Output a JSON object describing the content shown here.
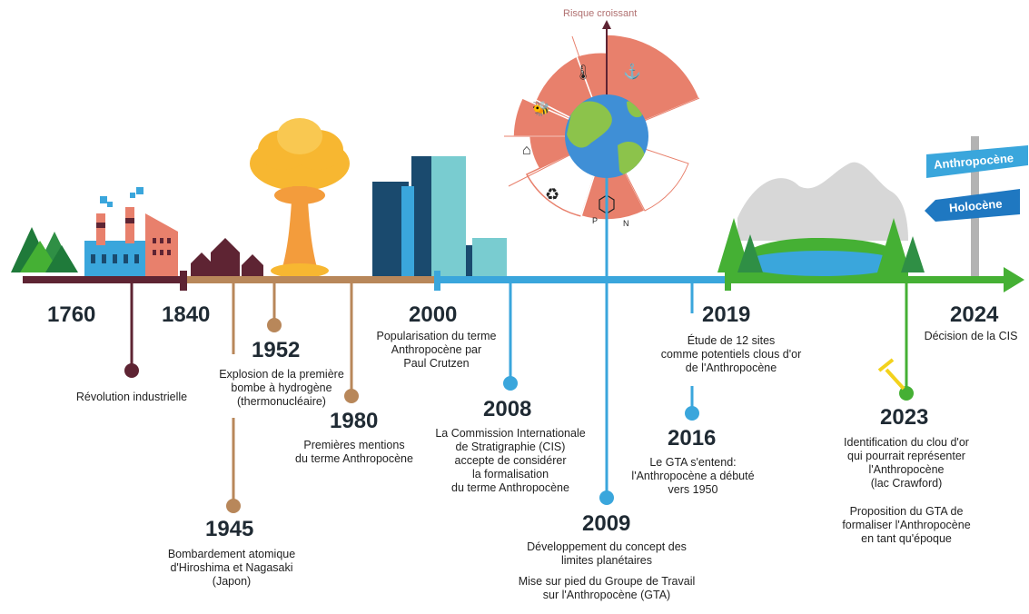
{
  "risk_label": "Risque croissant",
  "signs": {
    "top": "Anthropocène",
    "bottom": "Holocène"
  },
  "events": [
    {
      "year": "1760",
      "caption": "Révolution industrielle"
    },
    {
      "year": "1840",
      "caption": ""
    },
    {
      "year": "1945",
      "caption": "Bombardement atomique\nd'Hiroshima et Nagasaki\n(Japon)"
    },
    {
      "year": "1952",
      "caption": "Explosion de la première\nbombe à  hydrogène\n(thermonucléaire)"
    },
    {
      "year": "1980",
      "caption": "Premières mentions\ndu terme Anthropocène"
    },
    {
      "year": "2000",
      "caption": "Popularisation du terme\nAnthropocène par\nPaul Crutzen"
    },
    {
      "year": "2008",
      "caption": "La Commission Internationale\nde Stratigraphie (CIS)\naccepte de considérer\nla formalisation\ndu terme Anthropocène"
    },
    {
      "year": "2009",
      "caption": "Développement du concept des\nlimites planétaires",
      "caption2": "Mise sur pied du Groupe de Travail\nsur l'Anthropocène (GTA)"
    },
    {
      "year": "2016",
      "caption": "Le GTA s'entend:\nl'Anthropocène a débuté\nvers 1950"
    },
    {
      "year": "2019",
      "caption": "Étude de 12 sites\ncomme potentiels clous d'or\nde l'Anthropocène"
    },
    {
      "year": "2023",
      "caption": "Identification du clou d'or\nqui pourrait représenter\nl'Anthropocène\n(lac Crawford)",
      "caption2": "Proposition du GTA de\nformaliser l'Anthropocène\nen tant qu'époque"
    },
    {
      "year": "2024",
      "caption": "Décision de la CIS"
    }
  ],
  "colors": {
    "axis_early": "#5e2433",
    "axis_mid": "#b8875a",
    "axis_modern": "#3aa6dc",
    "axis_recent": "#45b034",
    "wedge": "#e8806c",
    "holocene_sign": "#1f78c1",
    "anthropocene_sign": "#3aa6dc"
  }
}
